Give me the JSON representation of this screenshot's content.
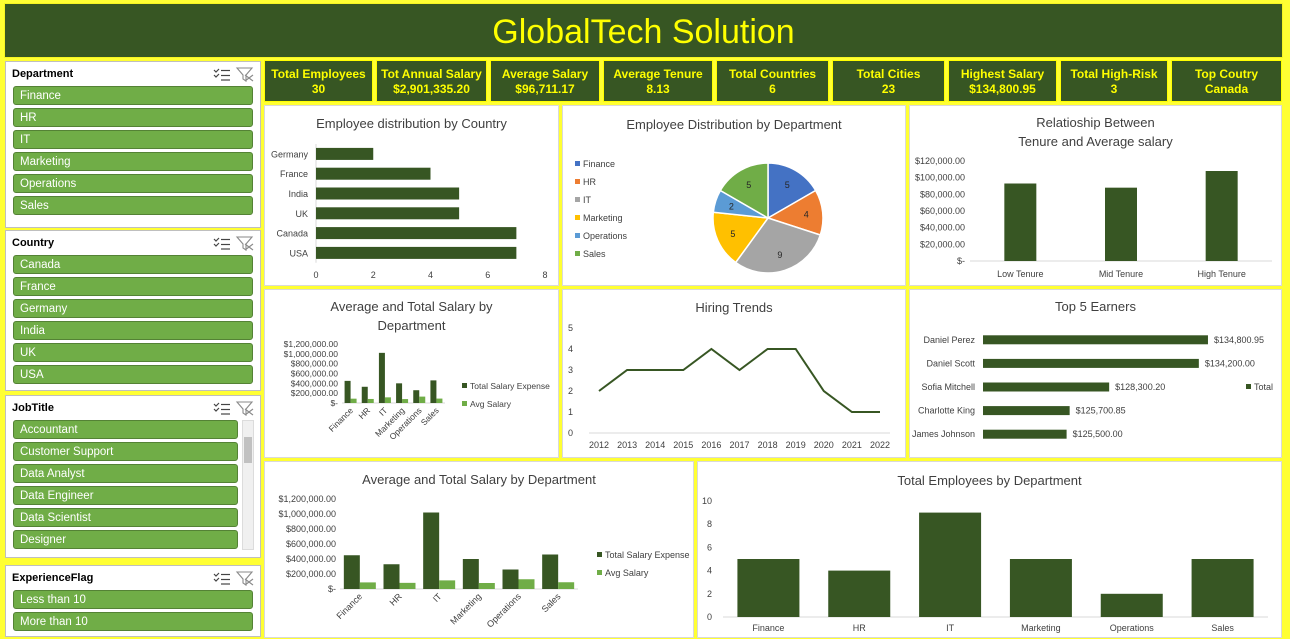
{
  "title": "GlobalTech Solution",
  "kpis": [
    {
      "label": "Total Employees",
      "value": "30"
    },
    {
      "label": "Tot Annual Salary",
      "value": "$2,901,335.20"
    },
    {
      "label": "Average Salary",
      "value": "$96,711.17"
    },
    {
      "label": "Average Tenure",
      "value": "8.13"
    },
    {
      "label": "Total Countries",
      "value": "6"
    },
    {
      "label": "Total Cities",
      "value": "23"
    },
    {
      "label": "Highest Salary",
      "value": "$134,800.95"
    },
    {
      "label": "Total High-Risk",
      "value": "3"
    },
    {
      "label": "Top Coutry",
      "value": "Canada"
    }
  ],
  "slicers": {
    "department": {
      "header": "Department",
      "items": [
        "Finance",
        "HR",
        "IT",
        "Marketing",
        "Operations",
        "Sales"
      ]
    },
    "country": {
      "header": "Country",
      "items": [
        "Canada",
        "France",
        "Germany",
        "India",
        "UK",
        "USA"
      ]
    },
    "jobtitle": {
      "header": "JobTitle",
      "items": [
        "Accountant",
        "Customer Support",
        "Data Analyst",
        "Data Engineer",
        "Data Scientist",
        "Designer"
      ]
    },
    "experience": {
      "header": "ExperienceFlag",
      "items": [
        "Less than 10",
        "More than 10"
      ]
    }
  },
  "colors": {
    "dark_green": "#375623",
    "light_green": "#70ad47",
    "yellow": "#ffff00"
  },
  "chart_data": [
    {
      "id": "country",
      "type": "bar",
      "orientation": "horizontal",
      "title": "Employee distribution by Country",
      "categories": [
        "Germany",
        "France",
        "India",
        "UK",
        "Canada",
        "USA"
      ],
      "values": [
        2,
        4,
        5,
        5,
        7,
        7
      ],
      "xlim": [
        0,
        8
      ],
      "ticks": [
        "0",
        "2",
        "4",
        "6",
        "8"
      ]
    },
    {
      "id": "dept_pie",
      "type": "pie",
      "title": "Employee Distribution by Department",
      "categories": [
        "Finance",
        "HR",
        "IT",
        "Marketing",
        "Operations",
        "Sales"
      ],
      "values": [
        5,
        4,
        9,
        5,
        2,
        5
      ],
      "colors": [
        "#4472c4",
        "#ed7d31",
        "#a5a5a5",
        "#ffc000",
        "#5b9bd5",
        "#70ad47"
      ],
      "legend": "left"
    },
    {
      "id": "tenure",
      "type": "bar",
      "title_lines": [
        "Relatioship Between",
        "Tenure and Average salary"
      ],
      "categories": [
        "Low Tenure",
        "Mid Tenure",
        "High Tenure"
      ],
      "values": [
        93000,
        88000,
        108000
      ],
      "ylim": [
        0,
        120000
      ],
      "ticks": [
        "$-",
        "$20,000.00",
        "$40,000.00",
        "$60,000.00",
        "$80,000.00",
        "$100,000.00",
        "$120,000.00"
      ]
    },
    {
      "id": "salary_small",
      "type": "bar",
      "title_lines": [
        "Average and Total Salary by",
        "Department"
      ],
      "categories": [
        "Finance",
        "HR",
        "IT",
        "Marketing",
        "Operations",
        "Sales"
      ],
      "series": [
        {
          "name": "Total Salary Expense",
          "values": [
            450000,
            330000,
            1020000,
            400000,
            260000,
            460000
          ]
        },
        {
          "name": "Avg Salary",
          "values": [
            88000,
            82000,
            115000,
            80000,
            130000,
            90000
          ]
        }
      ],
      "ylim": [
        0,
        1200000
      ],
      "ticks": [
        "$-",
        "$200,000.00",
        "$400,000.00",
        "$600,000.00",
        "$800,000.00",
        "$1,000,000.00",
        "$1,200,000.00"
      ],
      "legend": "right"
    },
    {
      "id": "hiring",
      "type": "line",
      "title": "Hiring Trends",
      "x": [
        "2012",
        "2013",
        "2014",
        "2015",
        "2016",
        "2017",
        "2018",
        "2019",
        "2020",
        "2021",
        "2022"
      ],
      "values": [
        2,
        3,
        3,
        3,
        4,
        3,
        4,
        4,
        2,
        1,
        1
      ],
      "ylim": [
        0,
        5
      ],
      "ticks": [
        "0",
        "1",
        "2",
        "3",
        "4",
        "5"
      ]
    },
    {
      "id": "top5",
      "type": "bar",
      "orientation": "horizontal",
      "title": "Top 5 Earners",
      "categories": [
        "Daniel Perez",
        "Daniel Scott",
        "Sofia Mitchell",
        "Charlotte King",
        "James Johnson"
      ],
      "values": [
        134800.95,
        134200.0,
        128300.2,
        125700.85,
        125500.0
      ],
      "labels": [
        "$134,800.95",
        "$134,200.00",
        "$128,300.20",
        "$125,700.85",
        "$125,500.00"
      ],
      "legend_name": "Total",
      "legend": "right"
    },
    {
      "id": "salary_big",
      "type": "bar",
      "title": "Average and Total Salary by Department",
      "categories": [
        "Finance",
        "HR",
        "IT",
        "Marketing",
        "Operations",
        "Sales"
      ],
      "series": [
        {
          "name": "Total Salary Expense",
          "values": [
            450000,
            330000,
            1020000,
            400000,
            260000,
            460000
          ]
        },
        {
          "name": "Avg Salary",
          "values": [
            88000,
            82000,
            115000,
            80000,
            130000,
            90000
          ]
        }
      ],
      "ylim": [
        0,
        1200000
      ],
      "ticks": [
        "$-",
        "$200,000.00",
        "$400,000.00",
        "$600,000.00",
        "$800,000.00",
        "$1,000,000.00",
        "$1,200,000.00"
      ],
      "legend": "right"
    },
    {
      "id": "emp_dept",
      "type": "bar",
      "title": "Total Employees by Department",
      "categories": [
        "Finance",
        "HR",
        "IT",
        "Marketing",
        "Operations",
        "Sales"
      ],
      "values": [
        5,
        4,
        9,
        5,
        2,
        5
      ],
      "ylim": [
        0,
        10
      ],
      "ticks": [
        "0",
        "2",
        "4",
        "6",
        "8",
        "10"
      ]
    }
  ]
}
